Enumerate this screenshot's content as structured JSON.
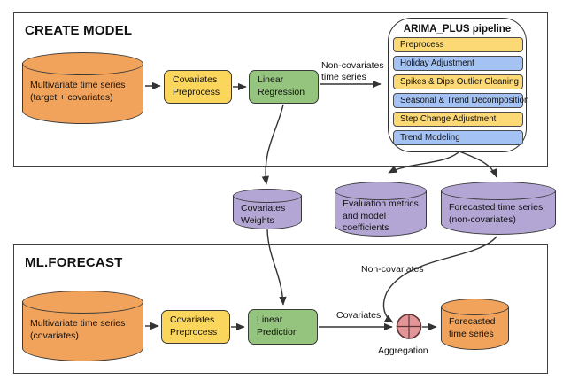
{
  "colors": {
    "orange": "#F2A35B",
    "yellow": "#FBD65D",
    "green": "#94C47D",
    "purple": "#B3A6D5",
    "blue": "#A4C2F4",
    "pink": "#E29698",
    "stroke": "#333333"
  },
  "create_model": {
    "title": "CREATE MODEL",
    "source_label": "Multivariate time series\n(target + covariates)",
    "preprocess_label": "Covariates\nPreprocess",
    "regression_label": "Linear\nRegression",
    "edge_label": "Non-covariates\ntime series"
  },
  "pipeline": {
    "title": "ARIMA_PLUS pipeline",
    "steps": [
      {
        "label": "Preprocess"
      },
      {
        "label": "Holiday Adjustment"
      },
      {
        "label": "Spikes & Dips Outlier Cleaning"
      },
      {
        "label": "Seasonal & Trend Decomposition"
      },
      {
        "label": "Step Change Adjustment"
      },
      {
        "label": "Trend Modeling"
      }
    ]
  },
  "artifacts": {
    "covariates_weights": "Covariates\nWeights",
    "evaluation_metrics": "Evaluation metrics\nand model\ncoefficients",
    "forecast_noncovariates": "Forecasted time series\n(non-covariates)"
  },
  "ml_forecast": {
    "title": "ML.FORECAST",
    "source_label": "Multivariate time series\n(covariates)",
    "preprocess_label": "Covariates\nPreprocess",
    "prediction_label": "Linear\nPrediction",
    "covariates_edge_label": "Covariates",
    "noncovariates_edge_label": "Non-covariates",
    "aggregation_label": "Aggregation",
    "output_label": "Forecasted\ntime series"
  }
}
